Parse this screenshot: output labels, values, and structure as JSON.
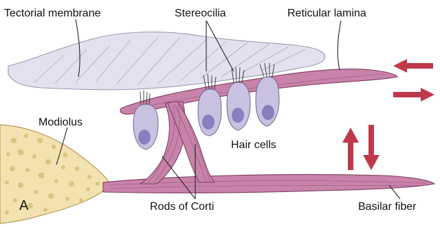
{
  "labels": {
    "tectorial_membrane": "Tectorial membrane",
    "stereocilia": "Stereocilia",
    "reticular_lamina": "Reticular lamina",
    "modiolus": "Modiolus",
    "hair_cells": "Hair cells",
    "rods_of_corti": "Rods of Corti",
    "basilar_fiber": "Basilar fiber",
    "panel_letter": "A"
  },
  "colors": {
    "tectorial_fill": "#e4e1ef",
    "tectorial_stroke": "#9a97b0",
    "tissue_fill": "#c883aa",
    "tissue_stroke": "#7a3a60",
    "hair_cell_fill": "#c9c1e0",
    "nucleus_fill": "#8a7fbe",
    "bone_fill": "#f2e2b0",
    "bone_stroke": "#b89a56",
    "arrow_red": "#c0394b"
  },
  "motion_arrows": [
    "left",
    "right",
    "up",
    "down"
  ]
}
